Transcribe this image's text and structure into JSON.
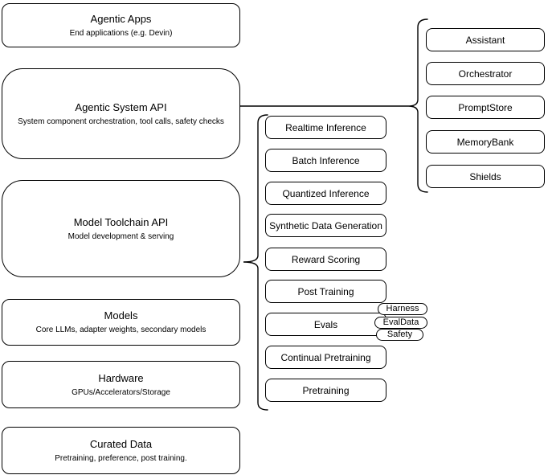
{
  "diagram": {
    "background_color": "#ffffff",
    "stroke_color": "#000000",
    "text_color": "#000000"
  },
  "left_stack": [
    {
      "title": "Agentic Apps",
      "subtitle": "End applications (e.g. Devin)"
    },
    {
      "title": "Agentic System API",
      "subtitle": "System component orchestration, tool calls, safety checks"
    },
    {
      "title": "Model Toolchain API",
      "subtitle": "Model development & serving"
    },
    {
      "title": "Models",
      "subtitle": "Core LLMs, adapter weights, secondary models"
    },
    {
      "title": "Hardware",
      "subtitle": "GPUs/Accelerators/Storage"
    },
    {
      "title": "Curated Data",
      "subtitle": "Pretraining, preference, post training."
    }
  ],
  "toolchain_services": [
    "Realtime Inference",
    "Batch Inference",
    "Quantized Inference",
    "Synthetic Data Generation",
    "Reward Scoring",
    "Post Training",
    "Evals",
    "Continual Pretraining",
    "Pretraining"
  ],
  "eval_components": [
    "Harness",
    "EvalData",
    "Safety"
  ],
  "system_components": [
    "Assistant",
    "Orchestrator",
    "PromptStore",
    "MemoryBank",
    "Shields"
  ]
}
